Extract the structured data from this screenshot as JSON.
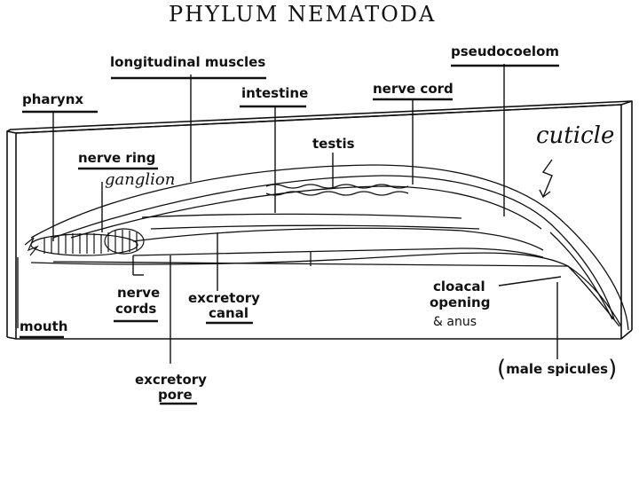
{
  "title": "PHYLUM NEMATODA",
  "labels": {
    "longitudinal_muscles": "longitudinal muscles",
    "pseudocoelom": "pseudocoelom",
    "pharynx": "pharynx",
    "intestine": "intestine",
    "nerve_cord": "nerve cord",
    "testis": "testis",
    "cuticle": "cuticle",
    "nerve_ring": "nerve ring",
    "ganglion": "ganglion",
    "nerve_cords_1": "nerve",
    "nerve_cords_2": "cords",
    "excretory_canal_1": "excretory",
    "excretory_canal_2": "canal",
    "cloacal_opening_1": "cloacal",
    "cloacal_opening_2": "opening",
    "anus": "& anus",
    "mouth": "mouth",
    "male_spicules_open": "(",
    "male_spicules": "male spicules",
    "male_spicules_close": ")",
    "excretory_pore_1": "excretory",
    "excretory_pore_2": "pore"
  }
}
